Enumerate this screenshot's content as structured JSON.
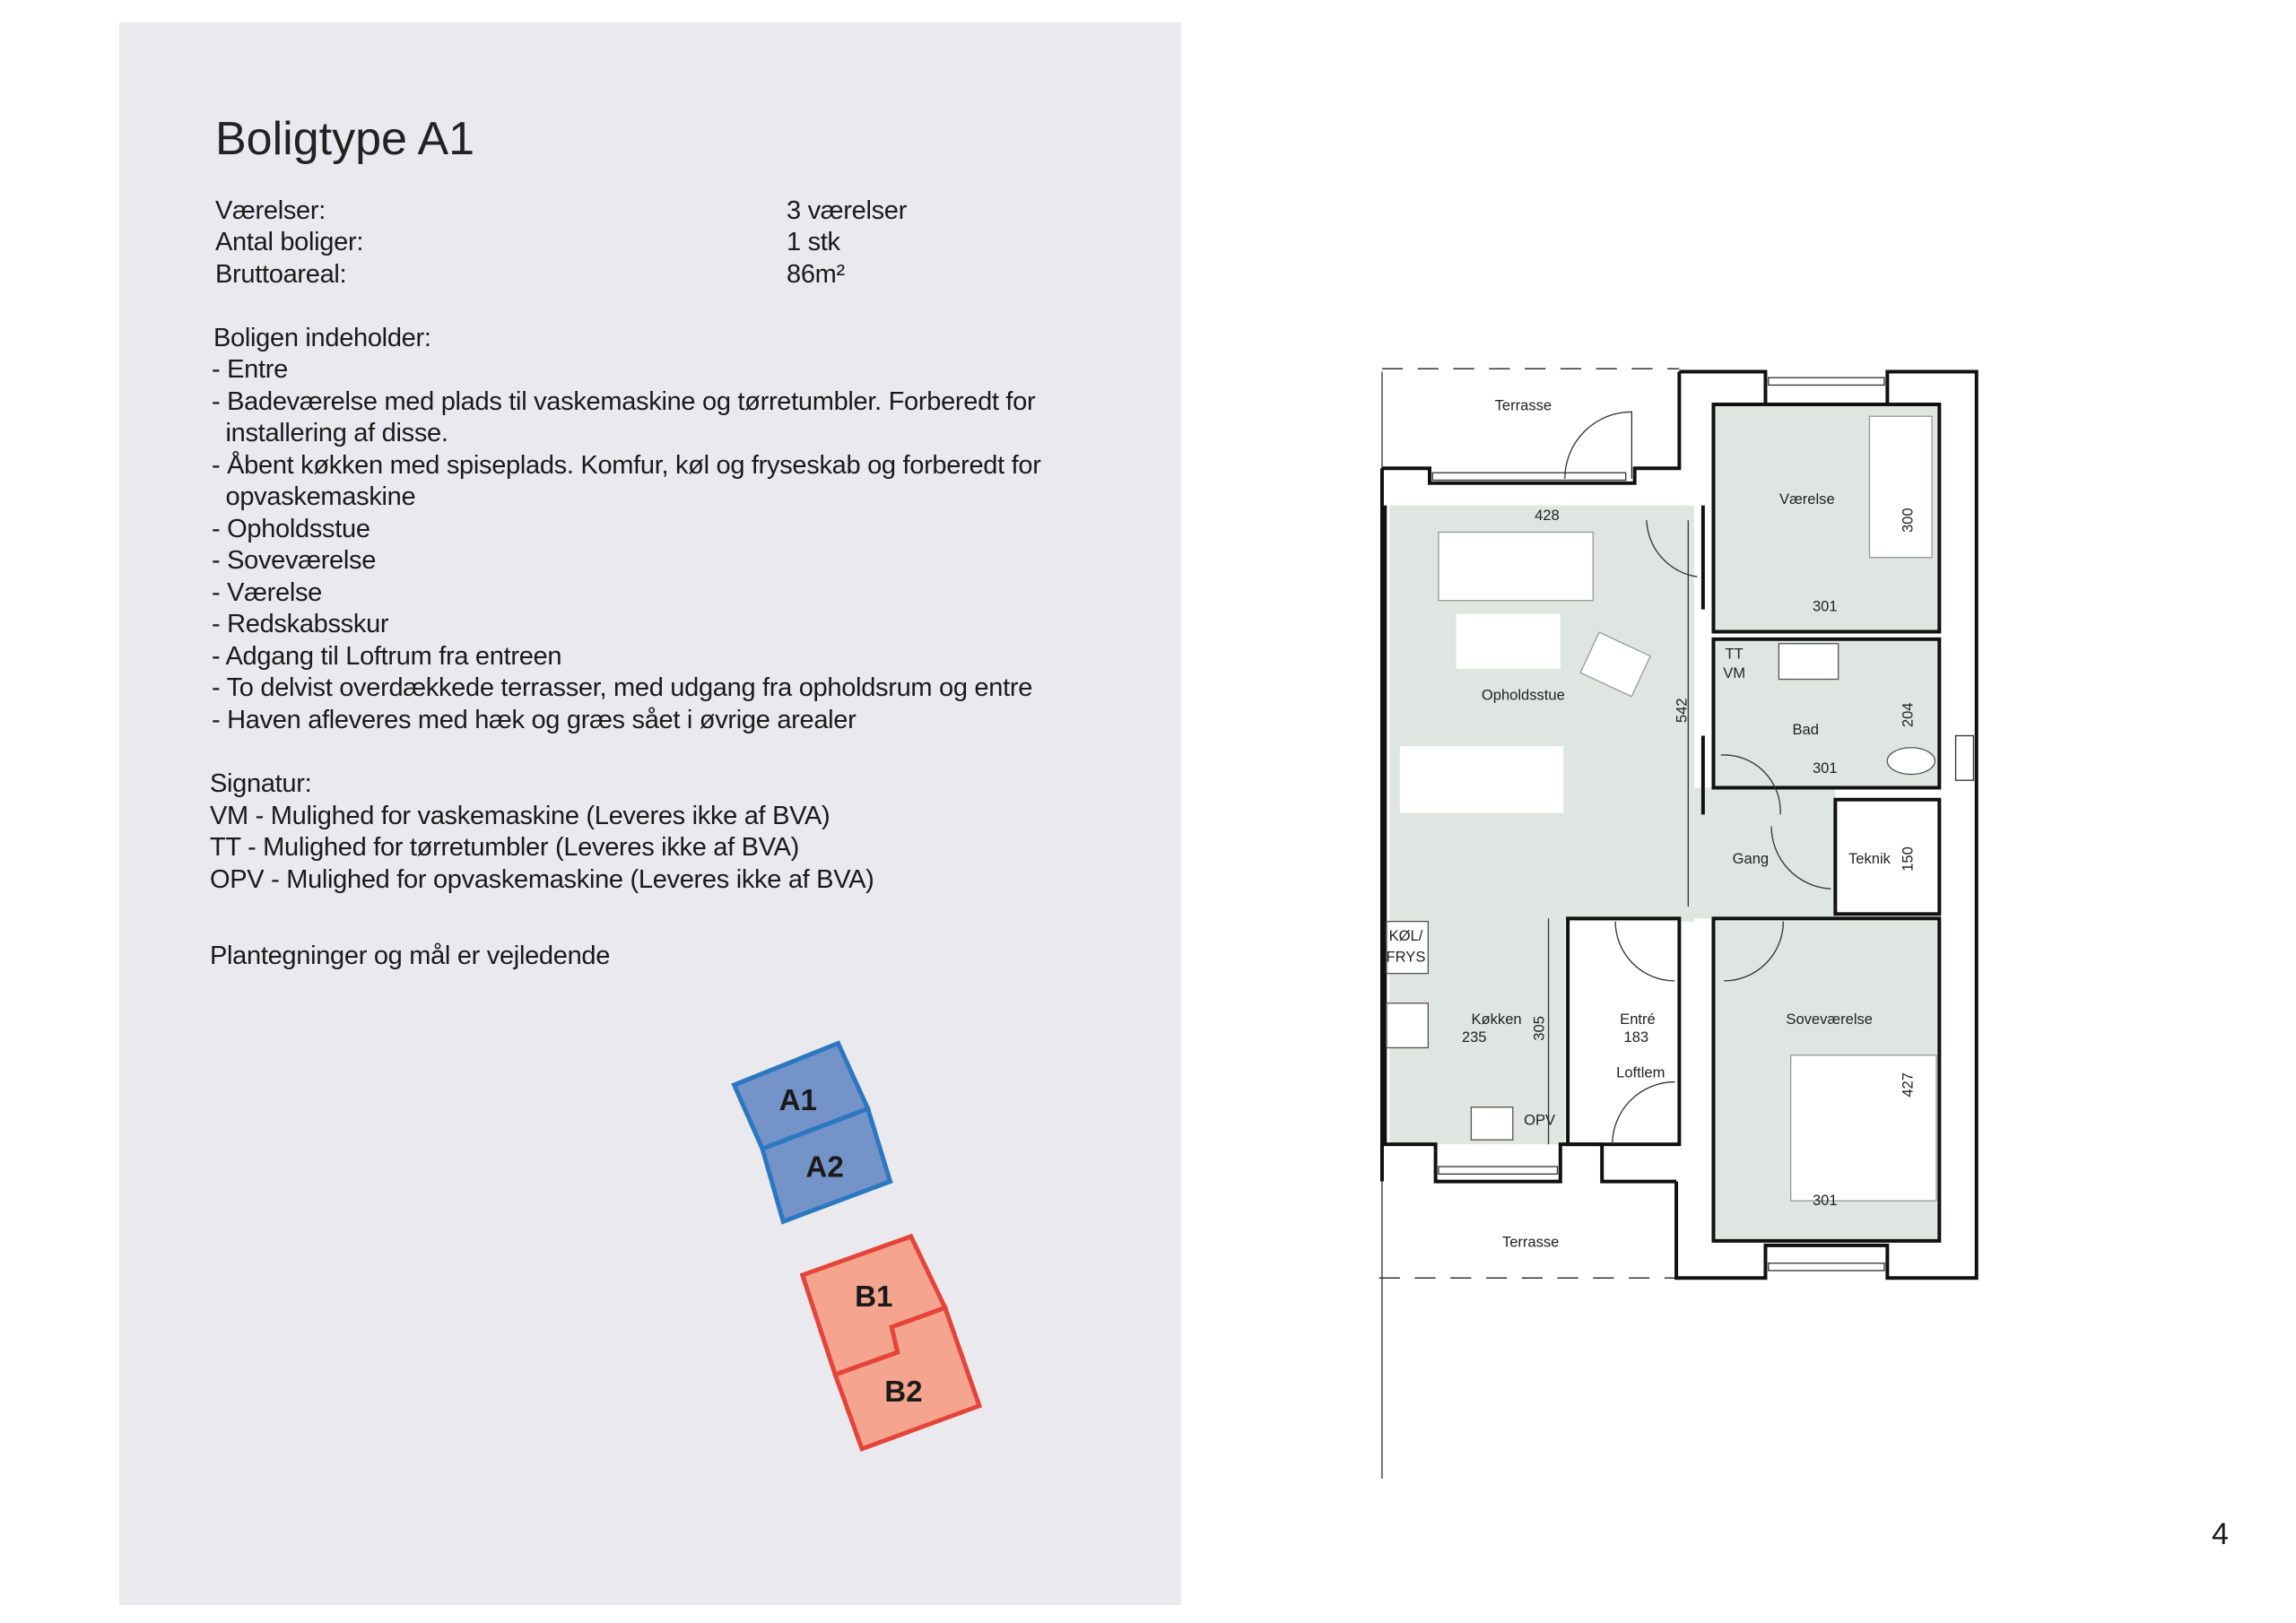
{
  "title": "Boligtype A1",
  "facts": [
    {
      "label": "Værelser:",
      "value": "3 værelser"
    },
    {
      "label": "Antal boliger:",
      "value": "1 stk"
    },
    {
      "label": "Bruttoareal:",
      "value": "86m²"
    }
  ],
  "contents_heading": "Boligen indeholder:",
  "contents": [
    "- Entre",
    "- Badeværelse med plads til vaskemaskine og tørretumbler. Forberedt for",
    "  installering af disse.",
    "- Åbent køkken med spiseplads. Komfur, køl og fryseskab og forberedt for",
    "  opvaskemaskine",
    "- Opholdsstue",
    "- Soveværelse",
    "- Værelse",
    "- Redskabsskur",
    "- Adgang til Loftrum fra entreen",
    "- To delvist overdækkede terrasser, med udgang fra opholdsrum og entre",
    "- Haven afleveres med hæk og græs sået i øvrige arealer"
  ],
  "signature_heading": "Signatur:",
  "signatures": [
    "VM - Mulighed for vaskemaskine (Leveres ikke af BVA)",
    "TT - Mulighed for tørretumbler (Leveres ikke af BVA)",
    "OPV - Mulighed for opvaskemaskine (Leveres ikke af BVA)"
  ],
  "disclaimer": "Plantegninger og mål er vejledende",
  "key": {
    "a1": "A1",
    "a2": "A2",
    "b1": "B1",
    "b2": "B2",
    "blue_fill": "#7393c9",
    "blue_stroke": "#2b78c0",
    "red_fill": "#f5a48f",
    "red_stroke": "#e5443a"
  },
  "floorplan": {
    "terrace_top": "Terrasse",
    "terrace_bottom": "Terrasse",
    "vaerelse": "Værelse",
    "vaerelse_w": "301",
    "vaerelse_h": "300",
    "opholdsstue": "Opholdsstue",
    "opholdsstue_w": "428",
    "opholdsstue_h": "542",
    "tt": "TT",
    "vm": "VM",
    "bad": "Bad",
    "bad_w": "301",
    "bad_h": "204",
    "gang": "Gang",
    "teknik": "Teknik",
    "teknik_h": "150",
    "kol": "KØL/",
    "frys": "FRYS",
    "kokken": "Køkken",
    "kokken_w": "235",
    "kokken_h": "305",
    "entre": "Entré",
    "entre_w": "183",
    "loftlem": "Loftlem",
    "opv": "OPV",
    "sovevaerelse": "Soveværelse",
    "sove_w": "301",
    "sove_h": "427",
    "room_fill": "#dfe6e2"
  },
  "page_number": "4"
}
